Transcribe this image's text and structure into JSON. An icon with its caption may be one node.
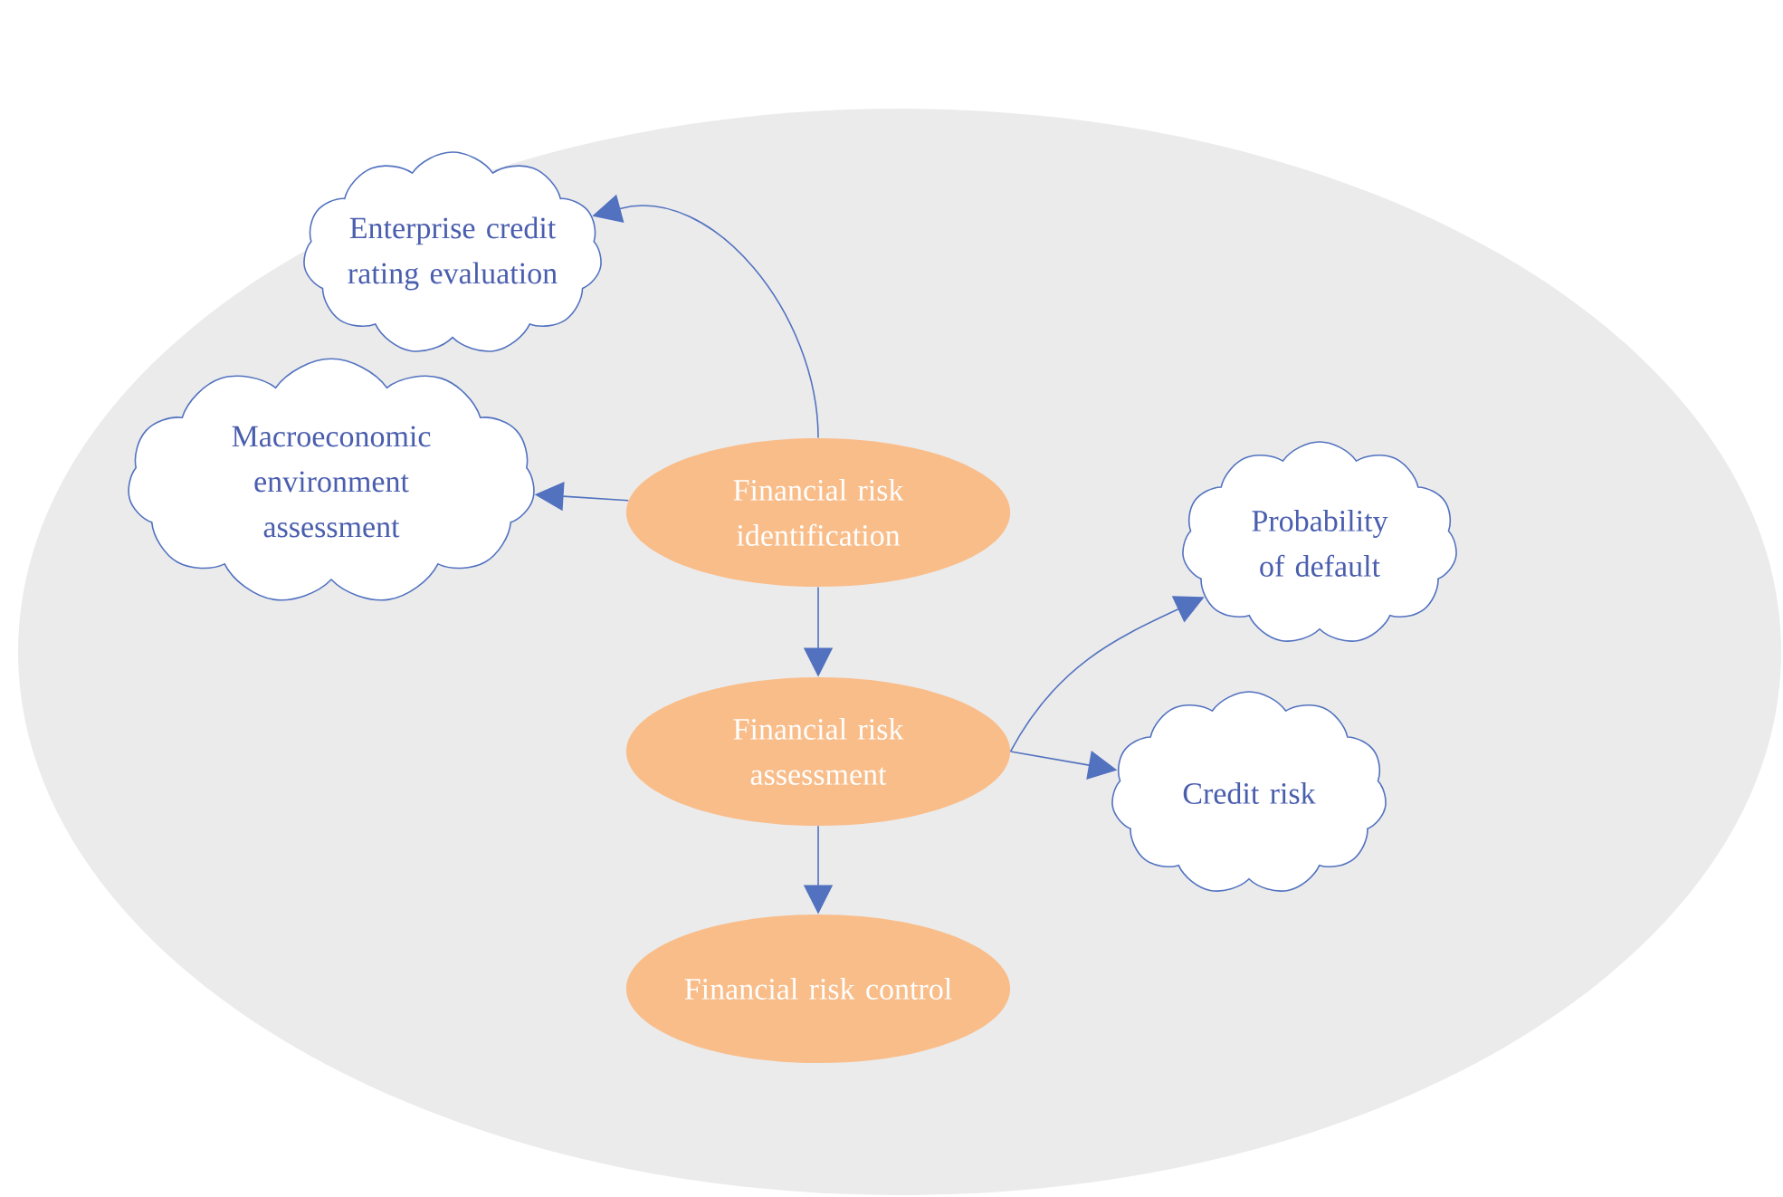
{
  "diagram": {
    "nodes": [
      {
        "text": [
          "Enterprise credit rating evaluation"
        ]
      },
      {
        "text": [
          "Macroeconomic environment assessment"
        ]
      },
      {
        "text": [
          "Financial risk identification"
        ]
      },
      {
        "text": [
          "Financial risk assessment"
        ]
      },
      {
        "text": [
          "Financial risk control"
        ]
      },
      {
        "text": [
          "Probability of default"
        ]
      },
      {
        "text": [
          "Credit risk"
        ]
      }
    ],
    "edges": [
      {
        "from": 2,
        "to": 0,
        "arrow": "to"
      },
      {
        "from": 2,
        "to": 1,
        "arrow": "to"
      },
      {
        "from": 2,
        "to": 3,
        "arrow": "to"
      },
      {
        "from": 3,
        "to": 4,
        "arrow": "to"
      },
      {
        "from": 3,
        "to": 5,
        "arrow": "to"
      },
      {
        "from": 3,
        "to": 6,
        "arrow": "to"
      }
    ]
  }
}
